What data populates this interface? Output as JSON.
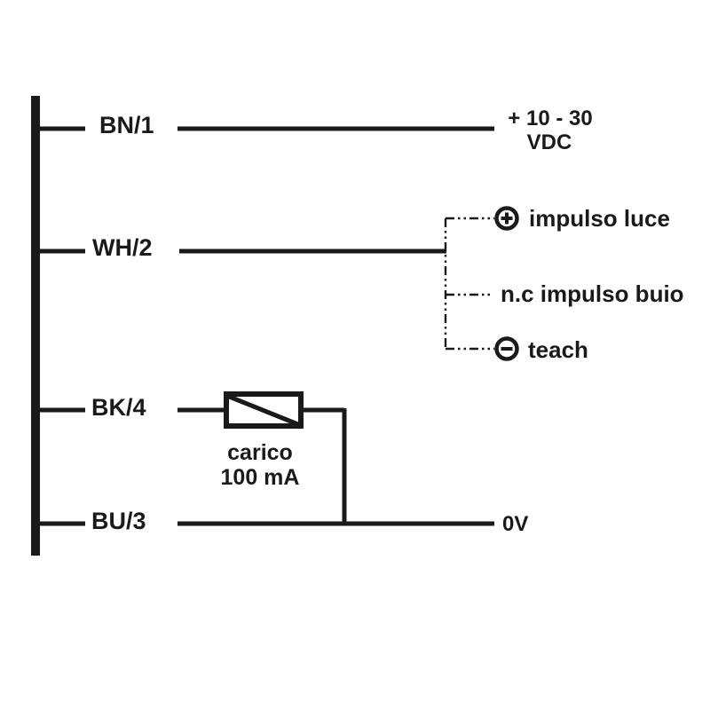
{
  "diagram": {
    "kind": "sensor wiring connection diagram",
    "ink_color": "#1a1a1a",
    "background_color": "#ffffff",
    "wires": [
      {
        "id": "BN1",
        "label": "BN/1"
      },
      {
        "id": "WH2",
        "label": "WH/2"
      },
      {
        "id": "BK4",
        "label": "BK/4"
      },
      {
        "id": "BU3",
        "label": "BU/3"
      }
    ],
    "supply": {
      "line1": "+ 10 - 30",
      "line2": "VDC"
    },
    "functions": [
      {
        "symbol": "plus-circle",
        "label": "impulso luce"
      },
      {
        "symbol": "none",
        "label": "n.c impulso buio"
      },
      {
        "symbol": "minus-circle",
        "label": "teach"
      }
    ],
    "load": {
      "line1": "carico",
      "line2": "100 mA"
    },
    "ground_label": "0V"
  }
}
